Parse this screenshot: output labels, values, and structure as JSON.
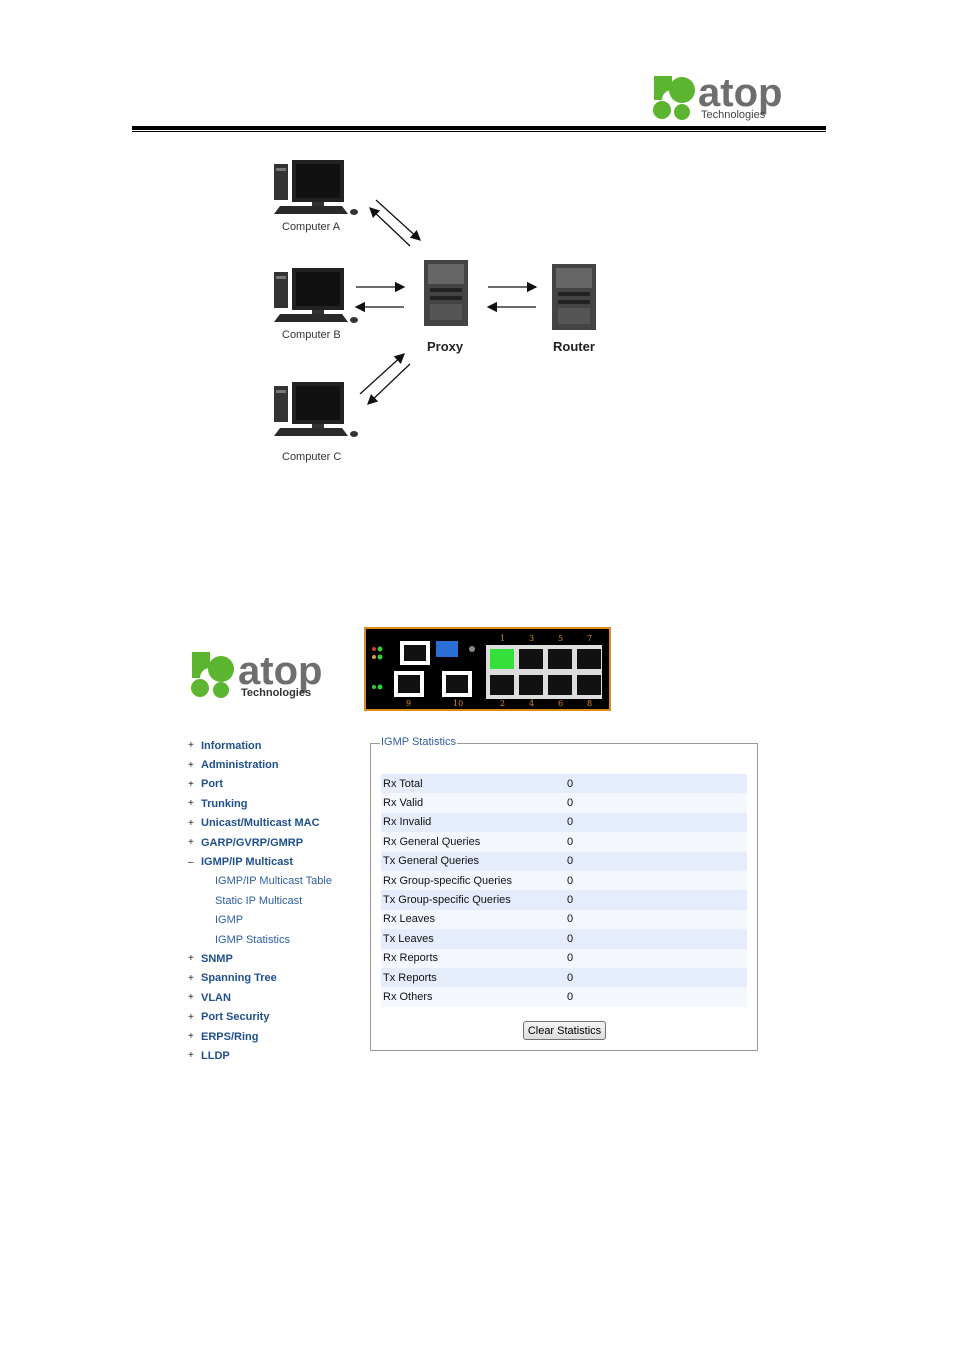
{
  "header": {
    "logo_text": "atop",
    "logo_subtext": "Technologies"
  },
  "diagram": {
    "computers": [
      "Computer A",
      "Computer B",
      "Computer C"
    ],
    "proxy_label": "Proxy",
    "router_label": "Router"
  },
  "ui": {
    "logo_text": "atop",
    "logo_subtext": "Technologies",
    "panel": {
      "ports_top": [
        "1",
        "3",
        "5",
        "7"
      ],
      "ports_bottom": [
        "2",
        "4",
        "6",
        "8"
      ],
      "uplinks": [
        "9",
        "10"
      ]
    },
    "menu": [
      {
        "label": "Information",
        "marker": "+"
      },
      {
        "label": "Administration",
        "marker": "+"
      },
      {
        "label": "Port",
        "marker": "+"
      },
      {
        "label": "Trunking",
        "marker": "+"
      },
      {
        "label": "Unicast/Multicast MAC",
        "marker": "+"
      },
      {
        "label": "GARP/GVRP/GMRP",
        "marker": "+"
      },
      {
        "label": "IGMP/IP Multicast",
        "marker": "–"
      }
    ],
    "submenu": [
      "IGMP/IP Multicast Table",
      "Static IP Multicast",
      "IGMP",
      "IGMP Statistics"
    ],
    "menu_after": [
      {
        "label": "SNMP",
        "marker": "+"
      },
      {
        "label": "Spanning Tree",
        "marker": "+"
      },
      {
        "label": "VLAN",
        "marker": "+"
      },
      {
        "label": "Port Security",
        "marker": "+"
      },
      {
        "label": "ERPS/Ring",
        "marker": "+"
      },
      {
        "label": "LLDP",
        "marker": "+"
      }
    ],
    "stats_title": "IGMP Statistics",
    "stats": [
      {
        "label": "Rx Total",
        "value": "0"
      },
      {
        "label": "Rx Valid",
        "value": "0"
      },
      {
        "label": "Rx Invalid",
        "value": "0"
      },
      {
        "label": "Rx General Queries",
        "value": "0"
      },
      {
        "label": "Tx General Queries",
        "value": "0"
      },
      {
        "label": "Rx Group-specific Queries",
        "value": "0"
      },
      {
        "label": "Tx Group-specific Queries",
        "value": "0"
      },
      {
        "label": "Rx Leaves",
        "value": "0"
      },
      {
        "label": "Tx Leaves",
        "value": "0"
      },
      {
        "label": "Rx Reports",
        "value": "0"
      },
      {
        "label": "Tx Reports",
        "value": "0"
      },
      {
        "label": "Rx Others",
        "value": "0"
      }
    ],
    "clear_button": "Clear Statistics"
  },
  "colors": {
    "logo_green": "#5cb531",
    "logo_gray": "#6e6e6e",
    "link_blue": "#1f4f8c",
    "row_blue": "#e5ecfb",
    "panel_border": "#e08a1e",
    "port_active": "#35e03a"
  }
}
